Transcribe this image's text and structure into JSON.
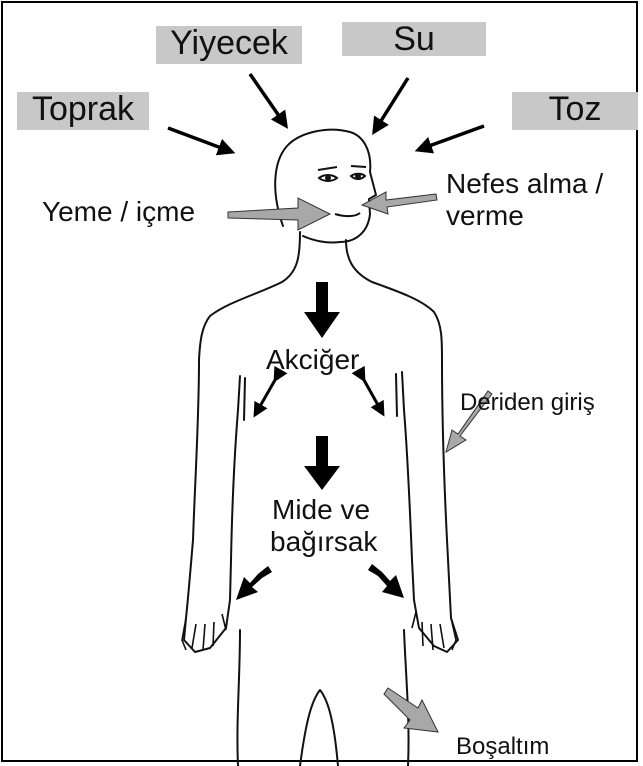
{
  "sources": {
    "food": "Yiyecek",
    "water": "Su",
    "soil": "Toprak",
    "dust": "Toz"
  },
  "routes": {
    "eating": "Yeme / içme",
    "breathing_1": "Nefes alma /",
    "breathing_2": "verme",
    "skin": "Deriden giriş",
    "excretion": "Boşaltım"
  },
  "organs": {
    "lungs": "Akciğer",
    "gut_1": "Mide ve",
    "gut_2": "bağırsak"
  },
  "colors": {
    "box_fill": "#c8c8c8",
    "arrow_dark": "#000000",
    "arrow_gray": "#a8a8a8"
  }
}
